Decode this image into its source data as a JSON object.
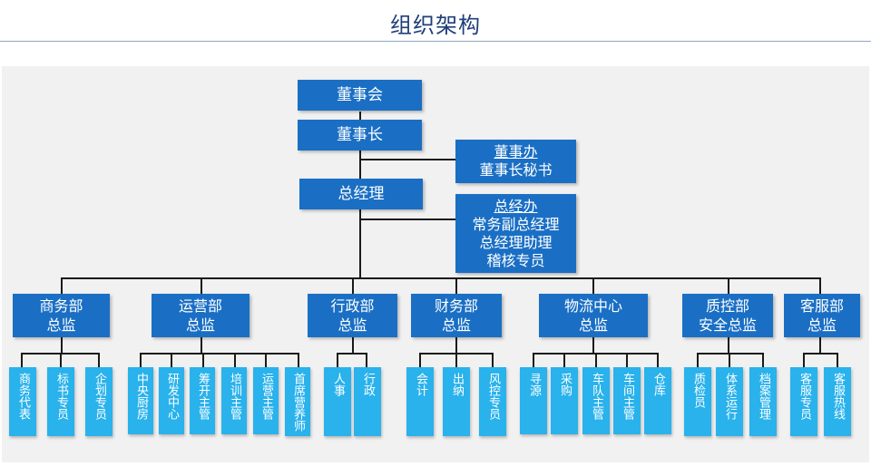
{
  "title": "组织架构",
  "top": {
    "board": "董事会",
    "chairman": "董事长",
    "gm": "总经理"
  },
  "side": {
    "board_office": {
      "title": "董事办",
      "lines": [
        "董事长秘书"
      ]
    },
    "gm_office": {
      "title": "总经办",
      "lines": [
        "常务副总经理",
        "总经理助理",
        "稽核专员"
      ]
    }
  },
  "departments": [
    {
      "name": "商务部",
      "role": "总监",
      "children": [
        "商务代表",
        "标书专员",
        "企划专员"
      ]
    },
    {
      "name": "运营部",
      "role": "总监",
      "children": [
        "中央厨房",
        "研发中心",
        "筹开主管",
        "培训主管",
        "运营主管",
        "首席营养师"
      ]
    },
    {
      "name": "行政部",
      "role": "总监",
      "children": [
        "人事",
        "行政"
      ]
    },
    {
      "name": "财务部",
      "role": "总监",
      "children": [
        "会计",
        "出纳",
        "风控专员"
      ]
    },
    {
      "name": "物流中心",
      "role": "总监",
      "children": [
        "寻源",
        "采购",
        "车队主管",
        "车间主管",
        "仓库"
      ]
    },
    {
      "name": "质控部",
      "role": "安全总监",
      "children": [
        "质检员",
        "体系运行",
        "档案管理"
      ]
    },
    {
      "name": "客服部",
      "role": "总监",
      "children": [
        "客服专员",
        "客服热线"
      ]
    }
  ]
}
